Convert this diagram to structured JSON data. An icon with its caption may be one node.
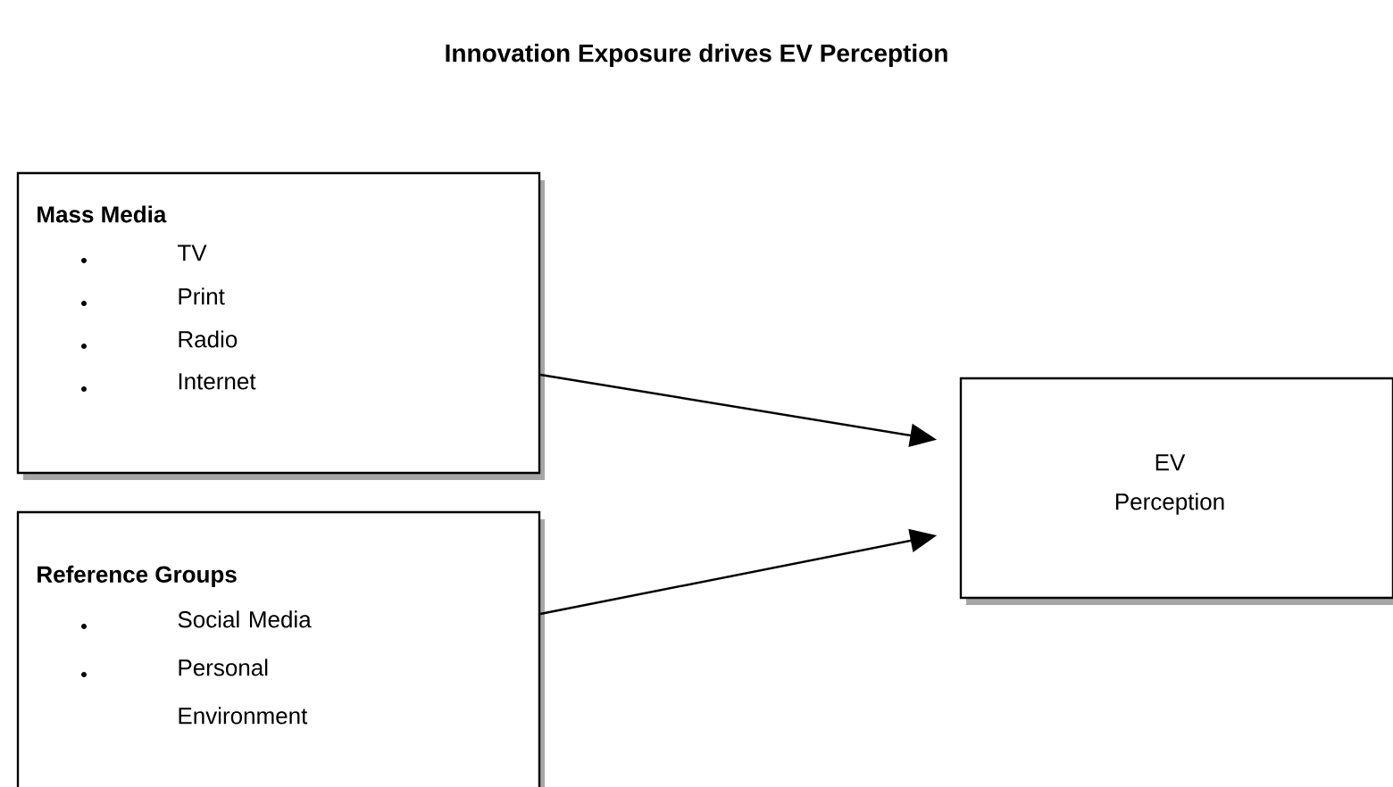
{
  "diagram": {
    "title": "Innovation Exposure drives EV Perception",
    "nodes": [
      {
        "text": [
          "Mass Media",
          "TV",
          "Print",
          "Radio",
          "Internet"
        ]
      },
      {
        "text": [
          "Reference Groups",
          "Social Media",
          "Personal Environment"
        ]
      },
      {
        "text": [
          "EV Perception"
        ]
      }
    ],
    "edges": [
      {
        "from": 0,
        "to": 2,
        "arrow": "to"
      },
      {
        "from": 1,
        "to": 2,
        "arrow": "to"
      }
    ]
  }
}
